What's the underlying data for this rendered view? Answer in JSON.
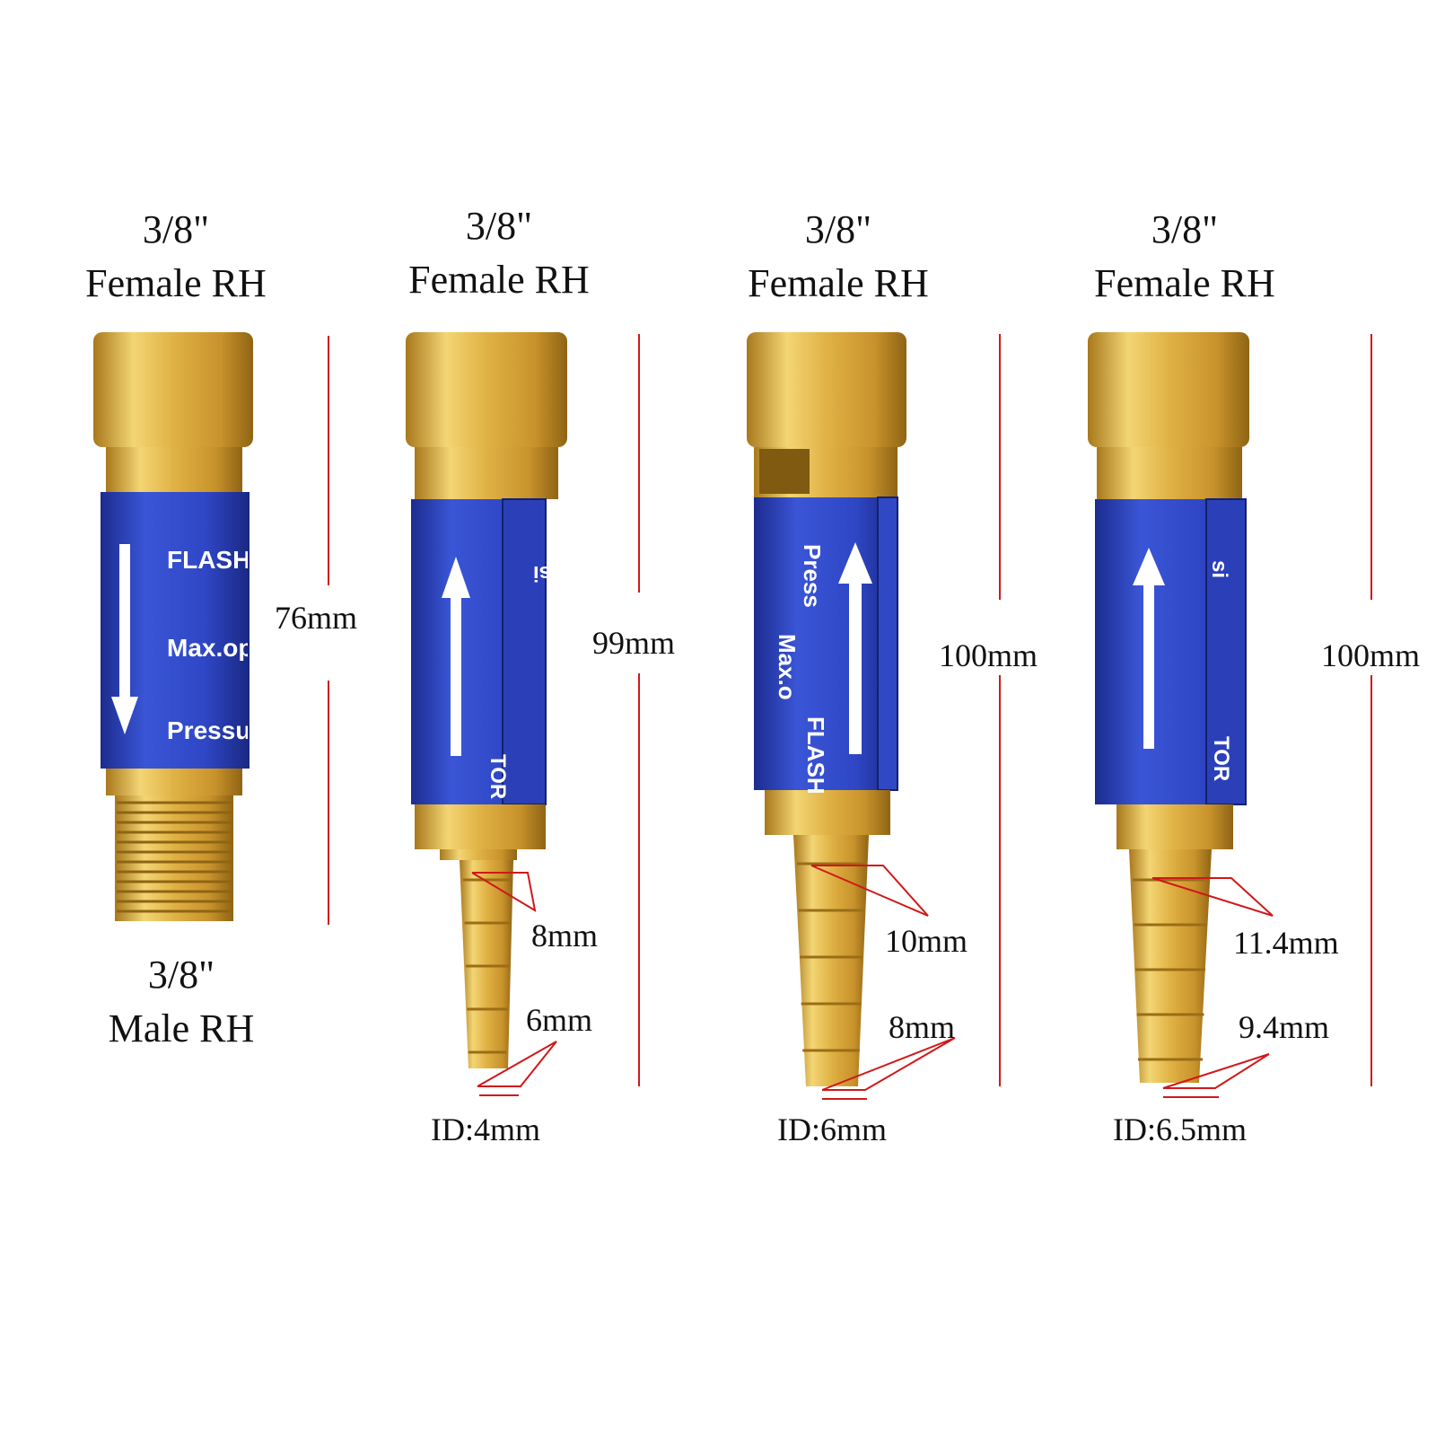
{
  "colors": {
    "brass": "#d9a93b",
    "brass_light": "#f6dc7a",
    "brass_dark": "#9a6d16",
    "label_blue": "#2f47c6",
    "label_blue_dark": "#1c2c8f",
    "dimension_red": "#d01818"
  },
  "products": [
    {
      "top_thread": {
        "size": "3/8\"",
        "type": "Female RH"
      },
      "bottom_thread": {
        "size": "3/8\"",
        "type": "Male RH"
      },
      "length": "76mm",
      "label_lines": [
        "FLASHB",
        "Max.ope",
        "Pressure"
      ],
      "arrow": "down-arrow-icon"
    },
    {
      "top_thread": {
        "size": "3/8\"",
        "type": "Female RH"
      },
      "length": "99mm",
      "barb_od": "8mm",
      "barb_tip": "6mm",
      "inner_diameter": "ID:4mm",
      "label_lines": [
        "TOR",
        "psi"
      ],
      "arrow": "up-arrow-icon"
    },
    {
      "top_thread": {
        "size": "3/8\"",
        "type": "Female RH"
      },
      "length": "100mm",
      "barb_od": "10mm",
      "barb_tip": "8mm",
      "inner_diameter": "ID:6mm",
      "label_lines": [
        "FLASH",
        "Max.o",
        "Press"
      ],
      "arrow": "up-arrow-icon"
    },
    {
      "top_thread": {
        "size": "3/8\"",
        "type": "Female RH"
      },
      "length": "100mm",
      "barb_od": "11.4mm",
      "barb_tip": "9.4mm",
      "inner_diameter": "ID:6.5mm",
      "label_lines": [
        "TOR",
        "si"
      ],
      "arrow": "up-arrow-icon"
    }
  ]
}
